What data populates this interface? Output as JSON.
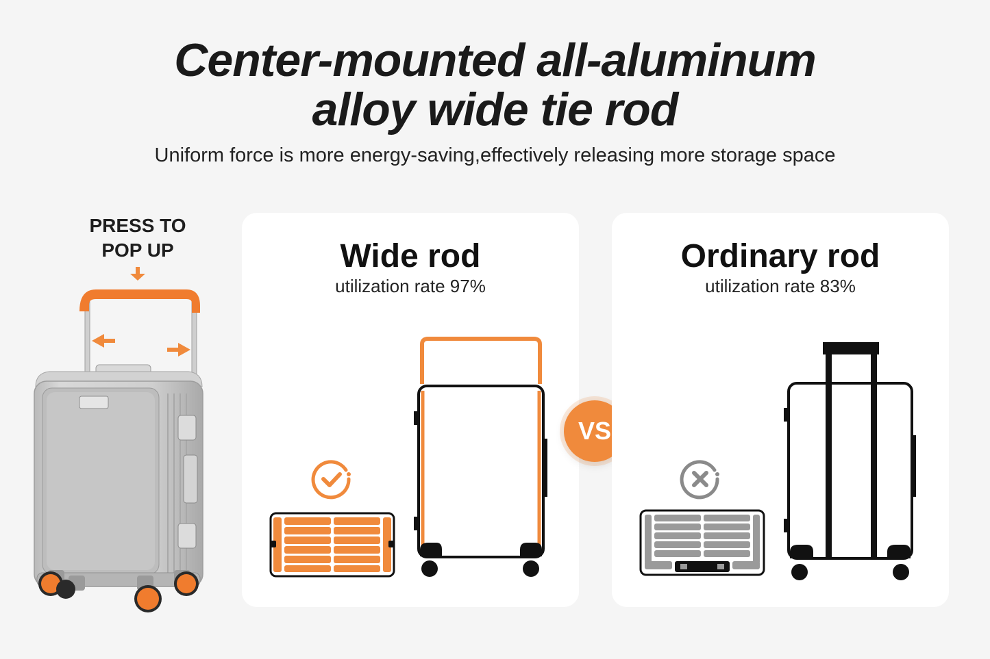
{
  "header": {
    "title_line1": "Center-mounted all-aluminum",
    "title_line2": "alloy wide tie rod",
    "subtitle": "Uniform force is more energy-saving,effectively releasing more storage space"
  },
  "product": {
    "press_line1": "PRESS TO",
    "press_line2": "POP UP"
  },
  "wide_card": {
    "title": "Wide rod",
    "subtitle": "utilization rate 97%",
    "utilization_percent": 97,
    "status_icon": "check-circle-icon"
  },
  "vs_badge": "VS",
  "ordinary_card": {
    "title": "Ordinary rod",
    "subtitle": "utilization rate 83%",
    "utilization_percent": 83,
    "status_icon": "x-circle-icon"
  },
  "colors": {
    "accent": "#f08a3c",
    "background": "#f5f5f5",
    "card": "#ffffff",
    "luggage_silver": "#c9c9c9",
    "ordinary_gray": "#9a9a9a"
  }
}
